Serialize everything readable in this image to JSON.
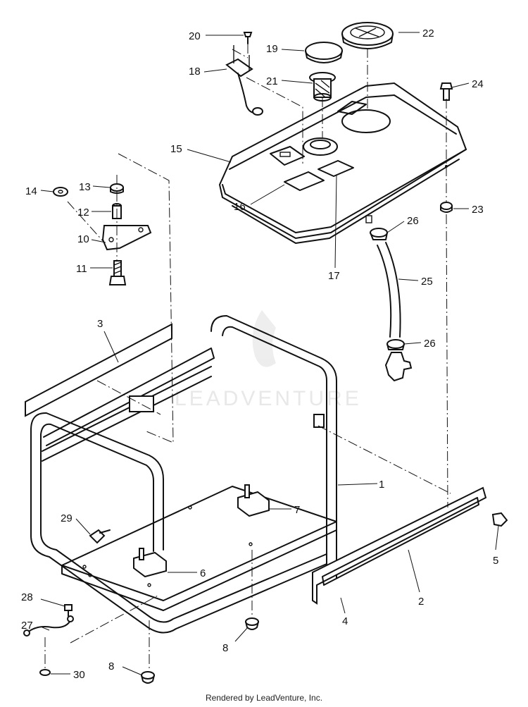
{
  "watermark": "LEADVENTURE",
  "footer": "Rendered by LeadVenture, Inc.",
  "callouts": {
    "c1": "1",
    "c2": "2",
    "c3": "3",
    "c4": "4",
    "c5": "5",
    "c6": "6",
    "c7": "7",
    "c8a": "8",
    "c8b": "8",
    "c10": "10",
    "c11": "11",
    "c12": "12",
    "c13": "13",
    "c14": "14",
    "c15": "15",
    "c16": "16",
    "c17": "17",
    "c18": "18",
    "c19": "19",
    "c20": "20",
    "c21": "21",
    "c22": "22",
    "c23": "23",
    "c24": "24",
    "c25": "25",
    "c26a": "26",
    "c26b": "26",
    "c27": "27",
    "c28": "28",
    "c29": "29",
    "c30": "30"
  }
}
